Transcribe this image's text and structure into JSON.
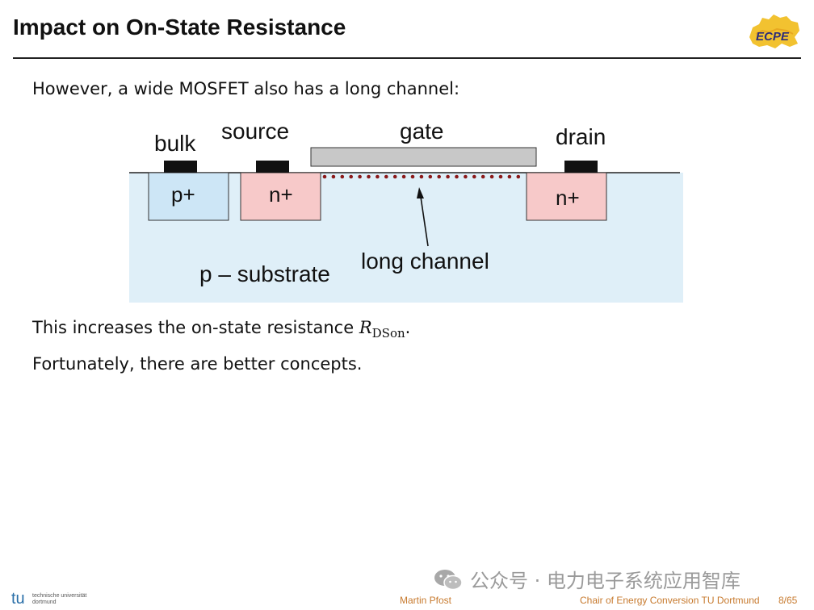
{
  "slide": {
    "title": "Impact on On-State Resistance",
    "logo_text": "ECPE"
  },
  "body": {
    "intro": "However, a wide MOSFET also has a long channel:",
    "conclusion_prefix": "This increases the on-state resistance ",
    "conclusion_symbol": "R",
    "conclusion_subscript": "DSon",
    "conclusion_suffix": ".",
    "closing": "Fortunately, there are better concepts."
  },
  "diagram": {
    "labels": {
      "bulk": "bulk",
      "source": "source",
      "gate": "gate",
      "drain": "drain",
      "p_plus": "p+",
      "n_plus_source": "n+",
      "n_plus_drain": "n+",
      "long_channel": "long channel",
      "substrate": "p – substrate"
    },
    "colors": {
      "substrate": "#dfeff8",
      "p_plus_region": "#cde6f6",
      "n_plus_region": "#f7c9c9",
      "gate": "#c8c8c8",
      "contact": "#111111",
      "channel_dots": "#8b1a1a"
    }
  },
  "watermark": {
    "text": "公众号 · 电力电子系统应用智库",
    "icon": "wechat-icon"
  },
  "footer": {
    "university_mark": "tu",
    "university_line1": "technische universität",
    "university_line2": "dortmund",
    "author": "Martin Pfost",
    "chair": "Chair of Energy Conversion TU Dortmund",
    "page": "8/65"
  }
}
